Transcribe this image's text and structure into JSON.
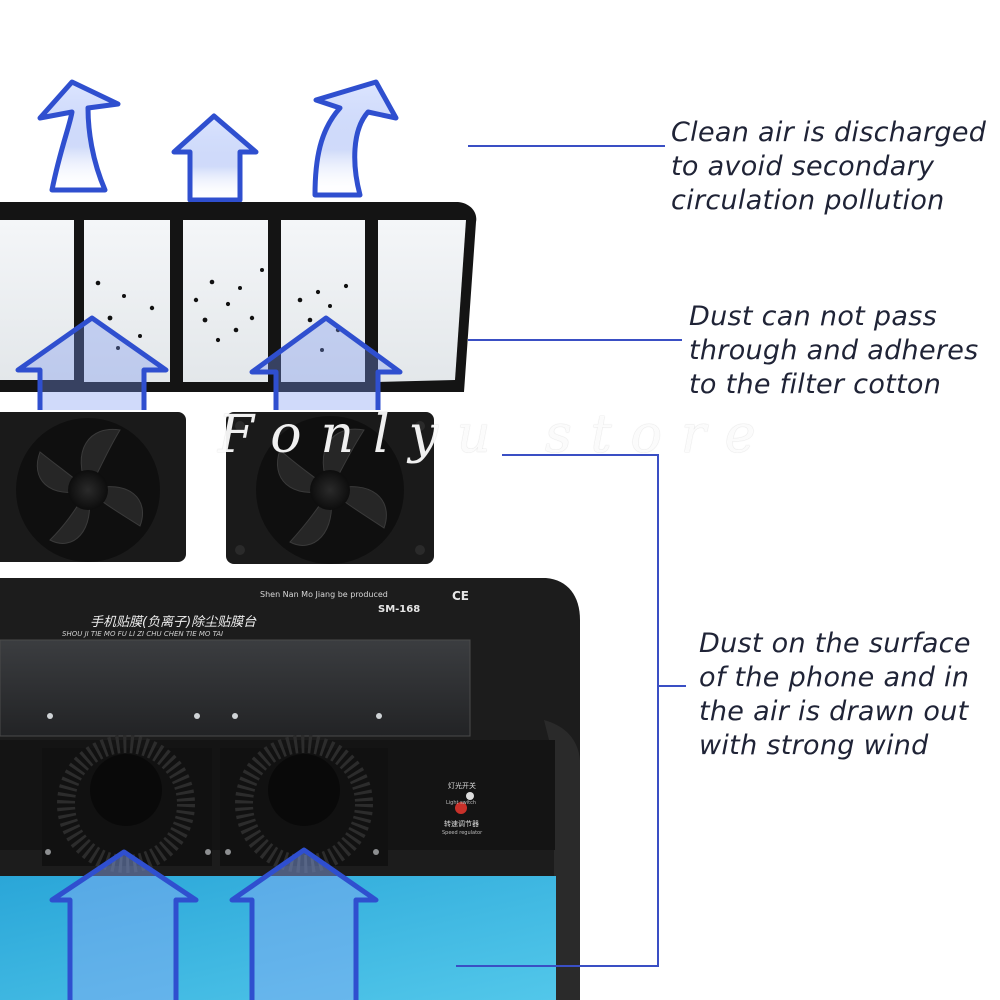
{
  "callouts": [
    {
      "lines": [
        "Clean air is discharged",
        "to avoid secondary",
        "circulation pollution"
      ]
    },
    {
      "lines": [
        "Dust can not pass",
        "through and adheres",
        "to the filter cotton"
      ]
    },
    {
      "lines": [
        "Dust on the surface",
        "of the phone and in",
        "the air is drawn out",
        "with strong wind"
      ]
    }
  ],
  "watermark": "Fonlyu  store",
  "device": {
    "maker_line": "Shen Nan Mo Jiang be produced",
    "ce_mark": "CE",
    "model": "SM-168",
    "title_pinyin": "SHOU JI TIE MO FU LI ZI CHU CHEN TIE MO TAI",
    "title_cn": "手机贴膜(负离子)除尘贴膜台",
    "light_switch_cn": "灯光开关",
    "light_switch_en": "Light switch",
    "speed_cn": "转速调节器",
    "speed_en": "Speed regulator"
  },
  "colors": {
    "arrow_blue": "#2f4fcf",
    "line_blue": "#3a4fc4",
    "mat_blue": "#1fa2d6",
    "device_black": "#1b1b1b"
  }
}
